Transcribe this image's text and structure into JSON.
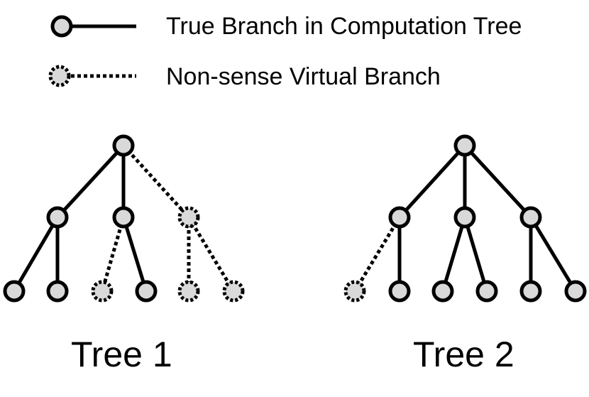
{
  "legend": {
    "true_branch_label": "True Branch in Computation Tree",
    "virtual_branch_label": "Non-sense Virtual Branch"
  },
  "trees": [
    {
      "title": "Tree 1",
      "nodes": [
        {
          "id": "root",
          "virtual": false
        },
        {
          "id": "a",
          "virtual": false
        },
        {
          "id": "b",
          "virtual": false
        },
        {
          "id": "c",
          "virtual": true
        },
        {
          "id": "a1",
          "virtual": false
        },
        {
          "id": "a2",
          "virtual": false
        },
        {
          "id": "b1",
          "virtual": true
        },
        {
          "id": "b2",
          "virtual": false
        },
        {
          "id": "c1",
          "virtual": true
        },
        {
          "id": "c2",
          "virtual": true
        }
      ],
      "edges": [
        {
          "from": "root",
          "to": "a",
          "virtual": false
        },
        {
          "from": "root",
          "to": "b",
          "virtual": false
        },
        {
          "from": "root",
          "to": "c",
          "virtual": true
        },
        {
          "from": "a",
          "to": "a1",
          "virtual": false
        },
        {
          "from": "a",
          "to": "a2",
          "virtual": false
        },
        {
          "from": "b",
          "to": "b1",
          "virtual": true
        },
        {
          "from": "b",
          "to": "b2",
          "virtual": false
        },
        {
          "from": "c",
          "to": "c1",
          "virtual": true
        },
        {
          "from": "c",
          "to": "c2",
          "virtual": true
        }
      ]
    },
    {
      "title": "Tree 2",
      "nodes": [
        {
          "id": "root",
          "virtual": false
        },
        {
          "id": "a",
          "virtual": false
        },
        {
          "id": "b",
          "virtual": false
        },
        {
          "id": "c",
          "virtual": false
        },
        {
          "id": "a1",
          "virtual": true
        },
        {
          "id": "a2",
          "virtual": false
        },
        {
          "id": "b1",
          "virtual": false
        },
        {
          "id": "b2",
          "virtual": false
        },
        {
          "id": "c1",
          "virtual": false
        },
        {
          "id": "c2",
          "virtual": false
        }
      ],
      "edges": [
        {
          "from": "root",
          "to": "a",
          "virtual": false
        },
        {
          "from": "root",
          "to": "b",
          "virtual": false
        },
        {
          "from": "root",
          "to": "c",
          "virtual": false
        },
        {
          "from": "a",
          "to": "a1",
          "virtual": true
        },
        {
          "from": "a",
          "to": "a2",
          "virtual": false
        },
        {
          "from": "b",
          "to": "b1",
          "virtual": false
        },
        {
          "from": "b",
          "to": "b2",
          "virtual": false
        },
        {
          "from": "c",
          "to": "c1",
          "virtual": false
        },
        {
          "from": "c",
          "to": "c2",
          "virtual": false
        }
      ]
    }
  ],
  "colors": {
    "node_fill": "#d9d9d9",
    "stroke": "#000000"
  }
}
